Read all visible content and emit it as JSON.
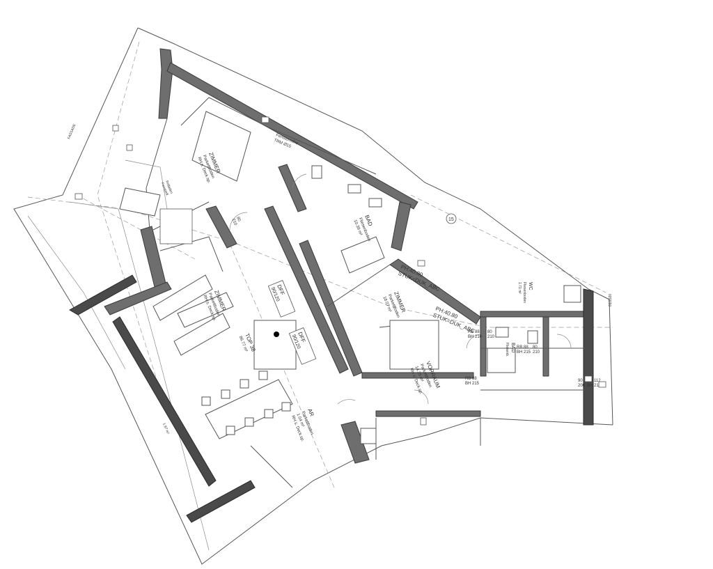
{
  "rooms": {
    "zimmer_top": {
      "name": "ZIMMER",
      "lines": [
        "Parkettboden",
        "RH s. Deck.sp."
      ]
    },
    "zimmer_main": {
      "name": "ZIMMER",
      "lines": [
        "Parkettboden",
        "RH s. Deck.sp."
      ]
    },
    "zimmer_mid": {
      "name": "ZIMMER",
      "lines": [
        "Parkettboden",
        "18.07 m²"
      ]
    },
    "bad": {
      "name": "BAD",
      "lines": [
        "Fliesenboden",
        "10.39 m²"
      ]
    },
    "wc": {
      "name": "WC",
      "lines": [
        "Fliesenboden",
        "1.71 m²"
      ]
    },
    "bad_small": {
      "name": "BAD",
      "lines": [
        "Fliesenb."
      ]
    },
    "vorraum": {
      "name": "VORRAUM",
      "lines": [
        "Parkettboden",
        "14.25 m²",
        "RH s. Deck.sp."
      ]
    },
    "ar": {
      "name": "AR",
      "lines": [
        "Parkettboden",
        "1.04 m²",
        "RH s. Deck.sp."
      ]
    },
    "top": {
      "name": "TOP 38",
      "lines": [
        "86.77 m²"
      ]
    }
  },
  "annotations": {
    "ph1": "PH:40.80",
    "stuk1": "STUK=DUK_ABC",
    "ph2": "PH:40.80",
    "stuk2": "STUK=DUK_ABC",
    "dff1_title": "DFF",
    "dff1_size": "90/120",
    "dff2_title": "DFF",
    "dff2_size": "90/120",
    "rb1": "RB 88",
    "rb1b": "BH 210",
    "rb2": "RB 88",
    "rb2b": "BH 215",
    "rb3": "RB 88",
    "rb3b": "BH 215",
    "rb4": "RB 112",
    "rb4b": "BH 215",
    "d1": "80",
    "d1b": "210",
    "d2": "80",
    "d2b": "210",
    "d3": "90",
    "d3b": "200",
    "d4": "80",
    "d4b": "210",
    "grid_num": "15",
    "fenster": "Fensterreihe",
    "trm": "TRM Ø15",
    "left_note": "Rolladen",
    "left_note2": "Fensterfl.",
    "facade_label": "FASSADE",
    "edge_code": "01/2020",
    "scale_note": "1.97 m²"
  },
  "colors": {
    "wall": "#6e6e6e",
    "wall_dark": "#4a4a4a",
    "line": "#555555"
  }
}
